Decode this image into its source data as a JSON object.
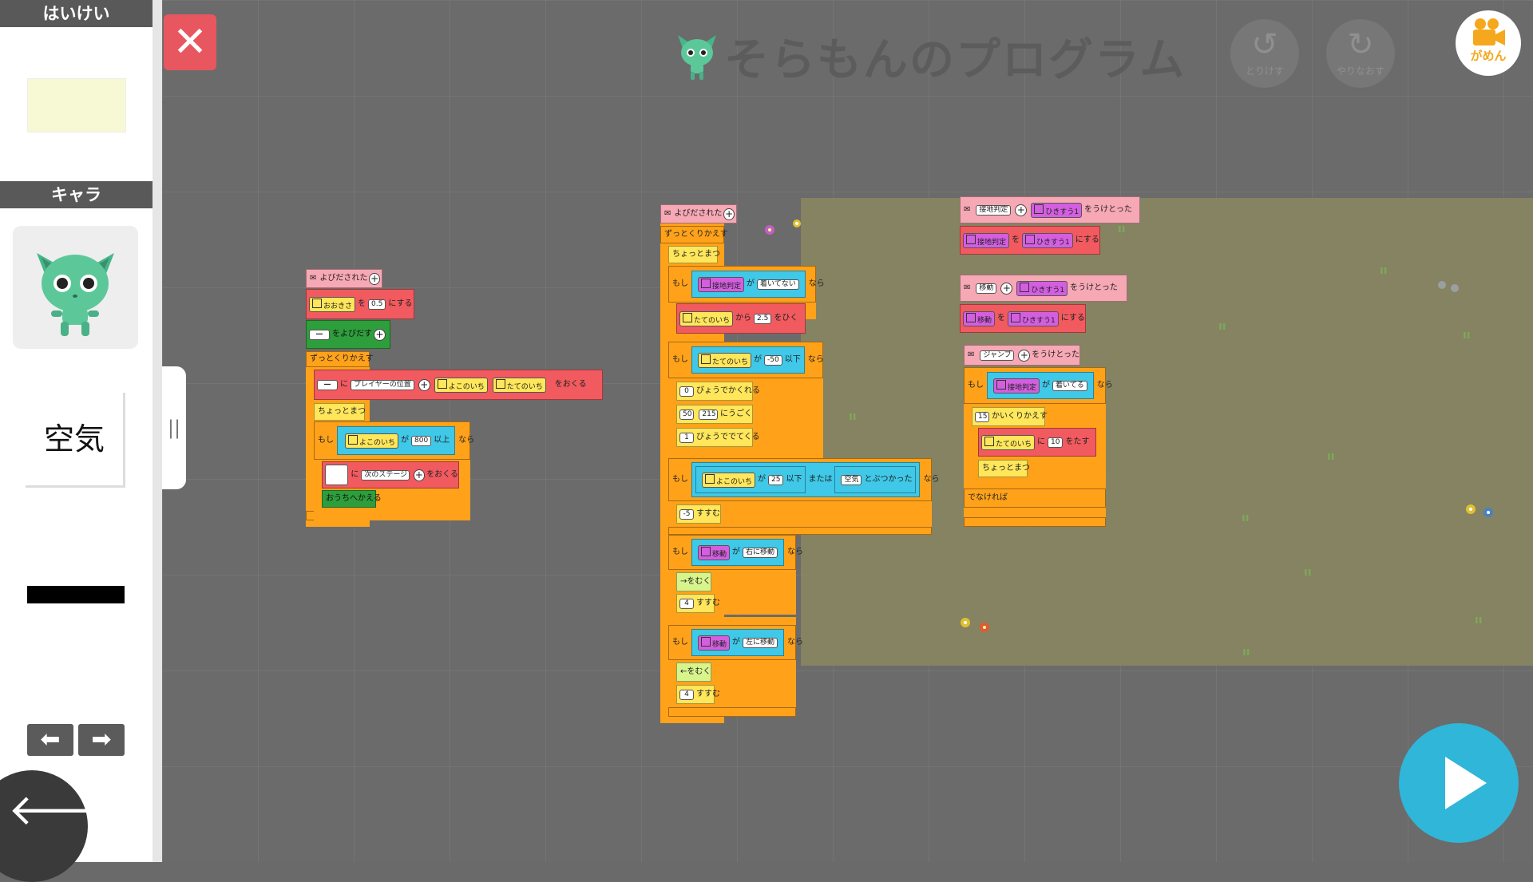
{
  "sidebar": {
    "background_header": "はいけい",
    "character_header": "キャラ",
    "air_label": "空気",
    "left_arrow": "⬅",
    "right_arrow": "➡",
    "back_arrow": "🡐"
  },
  "toolbar": {
    "close": "✕",
    "title": "そらもんのプログラム",
    "undo_glyph": "↺",
    "undo_label": "とりけす",
    "redo_glyph": "↻",
    "redo_label": "やりなおす",
    "camera_label": "がめん",
    "drawer_handle": "||"
  },
  "blocks": {
    "a": {
      "event": "よびだされた",
      "set_size_var": "おおきさ",
      "wo": "を",
      "size_value": "0.5",
      "nisuru": "にする",
      "call": "をよびだす",
      "forever": "ずっとくりかえす",
      "ni": "に",
      "player_pos": "プレイヤーの位置",
      "x_pos": "よこのいち",
      "y_pos": "たてのいち",
      "send": "をおくる",
      "wait": "ちょっとまつ",
      "if": "もし",
      "ga": "が",
      "x_threshold": "800",
      "ijou": "以上",
      "nara": "なら",
      "next_stage": "次のステージ",
      "go_home": "おうちへかえる"
    },
    "b": {
      "event": "よびだされた",
      "forever": "ずっとくりかえす",
      "wait": "ちょっとまつ",
      "if": "もし",
      "ga": "が",
      "nara": "なら",
      "contact_var": "接地判定",
      "not_touching": "着いてない",
      "y_pos": "たてのいち",
      "kara": "から",
      "subtract_value": "2.5",
      "wohiku": "をひく",
      "y_limit": "-50",
      "ika": "以下",
      "hide_secs": "0",
      "hide": "びょうでかくれる",
      "move_x": "50",
      "move_y": "215",
      "move": "にうごく",
      "show_secs": "1",
      "show": "びょうででてくる",
      "x_pos": "よこのいち",
      "x_limit": "25",
      "mataha": "または",
      "air_obj": "空気",
      "to_hit": "とぶつかった",
      "step_back": "-5",
      "susumu": "すすむ",
      "move_var": "移動",
      "right_move": "右に移動",
      "face_right": "→をむく",
      "step_right": "4",
      "left_move": "左に移動",
      "face_left": "←をむく",
      "step_left": "4"
    },
    "c": {
      "contact_var": "接地判定",
      "hikisu1": "ひきすう1",
      "received": "をうけとった",
      "wo": "を",
      "nisuru": "にする",
      "move_var": "移動",
      "jump": "ジャンプ",
      "if": "もし",
      "ga": "が",
      "touching": "着いてる",
      "nara": "なら",
      "repeat_count": "15",
      "repeat": "かいくりかえす",
      "y_pos": "たてのいち",
      "ni": "に",
      "add_value": "10",
      "wotasu": "をたす",
      "wait": "ちょっとまつ",
      "else": "でなければ"
    }
  }
}
